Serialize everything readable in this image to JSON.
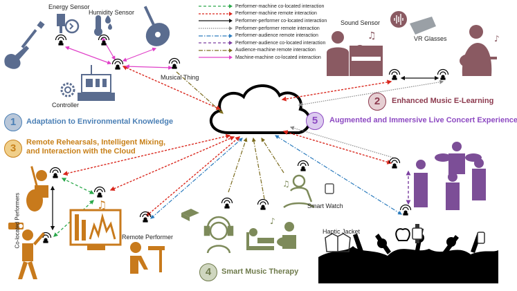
{
  "legend": [
    {
      "label": "Performer-machine co-located interaction",
      "color": "#2aa84a",
      "dash": "4,3"
    },
    {
      "label": "Performer-machine remote interaction",
      "color": "#d9261c",
      "dash": "3,2"
    },
    {
      "label": "Performer-performer co-located interaction",
      "color": "#111111",
      "dash": ""
    },
    {
      "label": "Performer-performer remote interaction",
      "color": "#888888",
      "dash": "1.5,1.5"
    },
    {
      "label": "Performer-audience remote interaction",
      "color": "#2b7bbd",
      "dash": "6,2,1.5,2"
    },
    {
      "label": "Performer-audience co-located interaction",
      "color": "#7b3fa0",
      "dash": "4,3"
    },
    {
      "label": "Audience-machine remote interaction",
      "color": "#7a6a1c",
      "dash": "6,2,1.5,2"
    },
    {
      "label": "Machine-machine co-located interaction",
      "color": "#e040c8",
      "dash": ""
    }
  ],
  "labels": {
    "energy_sensor": "Energy Sensor",
    "humidity_sensor": "Humidity Sensor",
    "musical_thing": "Musical Thing",
    "controller": "Controller",
    "sound_sensor": "Sound Sensor",
    "vr_glasses": "VR Glasses",
    "smart_watch": "Smart Watch",
    "haptic_jacket": "Haptic Jacket",
    "remote_performer": "Remote Performer",
    "co_located_performers": "Co-located Performers"
  },
  "sections": [
    {
      "number": "1",
      "title": "Adaptation to Environmental Knowledge",
      "color": "#4a7fb5",
      "badge_bg": "#b9c7d9"
    },
    {
      "number": "2",
      "title": "Enhanced Music E-Learning",
      "color": "#8c3a4e",
      "badge_bg": "#e6cfd3"
    },
    {
      "number": "3",
      "title": "Remote Rehearsals, Intelligent Mixing,\nand Interaction with the Cloud",
      "color": "#c8811a",
      "badge_bg": "#f0cf8a"
    },
    {
      "number": "4",
      "title": "Smart Music Therapy",
      "color": "#6f7b4c",
      "badge_bg": "#cfd6bf"
    },
    {
      "number": "5",
      "title": "Augmented and Immersive Live Concert Experiences",
      "color": "#8d4ac2",
      "badge_bg": "#dccbef"
    }
  ],
  "colors": {
    "gray_blue": "#5a6c8f",
    "mauve": "#8a5a62",
    "orange": "#c87a1c",
    "olive": "#7d8a5a",
    "purple": "#7c4e97",
    "gray": "#9aa0a6"
  }
}
